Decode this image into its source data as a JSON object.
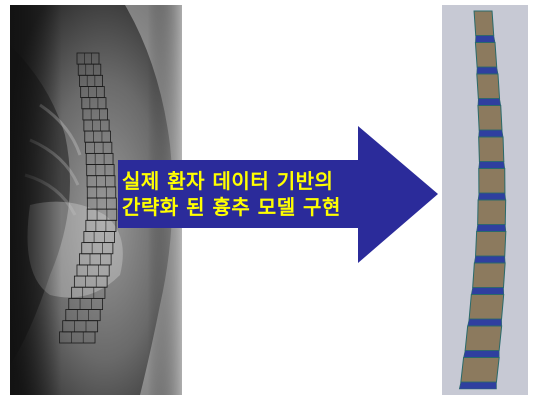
{
  "arrow_label": {
    "line1": "실제 환자 데이터 기반의",
    "line2": "간략화 된 흉추 모델 구현"
  },
  "colors": {
    "arrow": "#2b2b9a",
    "arrow_text": "#ffff00",
    "model_background": "#c7c9d4",
    "vertebra_body": "#8c7a5e",
    "intervertebral_disc": "#2f3f9f",
    "model_outline": "#2a6a6a"
  },
  "images": {
    "left": "spine-xray-with-mesh",
    "right": "simplified-spine-model"
  }
}
